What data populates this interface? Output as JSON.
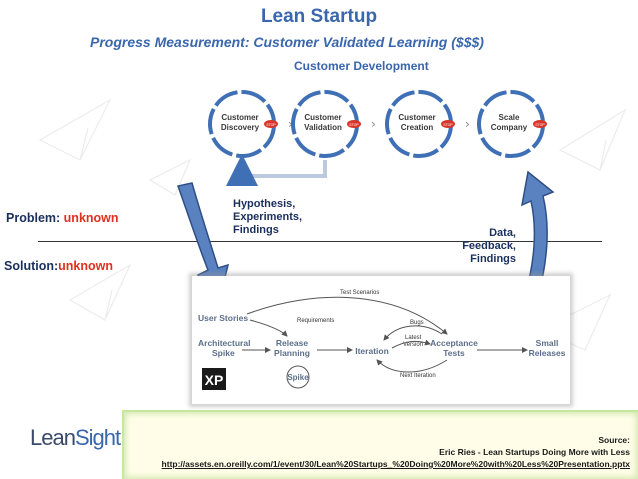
{
  "title": "Lean Startup",
  "subtitle": "Progress Measurement: Customer Validated Learning ($$$)",
  "customer_development": {
    "label": "Customer Development",
    "steps": [
      {
        "line1": "Customer",
        "line2": "Discovery"
      },
      {
        "line1": "Customer",
        "line2": "Validation"
      },
      {
        "line1": "Customer",
        "line2": "Creation"
      },
      {
        "line1": "Scale",
        "line2": "Company"
      }
    ],
    "stop_label": "STOP"
  },
  "problem": {
    "label": "Problem:",
    "value": "unknown"
  },
  "solution": {
    "label": "Solution:",
    "value": "unknown"
  },
  "hypothesis": {
    "line1": "Hypothesis,",
    "line2": "Experiments,",
    "line3": "Findings"
  },
  "data_feedback": {
    "line1": "Data,",
    "line2": "Feedback,",
    "line3": "Findings"
  },
  "xp_diagram": {
    "nodes": {
      "user_stories": "User Stories",
      "architectural": "Architectural",
      "spike_a": "Spike",
      "release": "Release",
      "planning": "Planning",
      "iteration": "Iteration",
      "acceptance": "Acceptance",
      "tests": "Tests",
      "small": "Small",
      "releases": "Releases",
      "spike_b": "Spike"
    },
    "edges": {
      "test_scenarios": "Test Scenarios",
      "requirements": "Requirements",
      "bugs": "Bugs",
      "latest": "Latest",
      "version": "Version",
      "next_iteration": "Next Iteration"
    },
    "logo_text": "XP"
  },
  "source": {
    "label": "Source:",
    "citation": "Eric Ries - Lean Startups Doing More with Less",
    "url": "http://assets.en.oreilly.com/1/event/30/Lean%20Startups_%20Doing%20More%20with%20Less%20Presentation.pptx"
  },
  "logo": {
    "lean": "Lean",
    "sight": "Sight"
  },
  "colors": {
    "title": "#3a66ad",
    "dark_label": "#1a2f5e",
    "red_value": "#e0301e",
    "cycle_blue": "#3f6fb5",
    "stop_red": "#d9362a"
  }
}
